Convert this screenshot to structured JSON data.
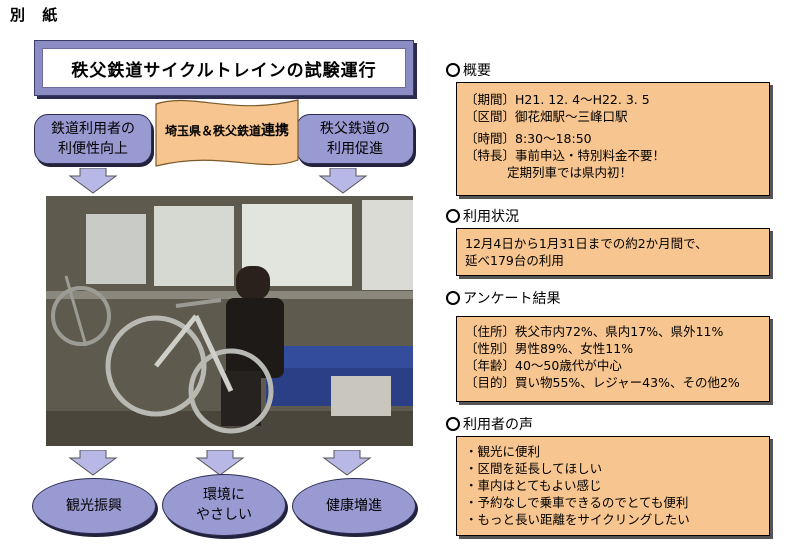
{
  "page_label": "別 紙",
  "title": "秩父鉄道サイクルトレインの試験運行",
  "top_left": "鉄道利用者の\n利便性向上",
  "top_right": "秩父鉄道の\n利用促進",
  "banner": {
    "line1": "埼玉県＆秩父鉄道",
    "line2": "連携"
  },
  "outcomes": [
    "観光振興",
    "環境に\nやさしい",
    "健康増進"
  ],
  "overview": {
    "heading": "概要",
    "rows": [
      {
        "k": "〔期間〕",
        "v": "H21. 12. 4～H22. 3. 5"
      },
      {
        "k": "〔区間〕",
        "v": "御花畑駅～三峰口駅"
      },
      {
        "k": "〔時間〕",
        "v": "8:30～18:50"
      },
      {
        "k": "〔特長〕",
        "v": "事前申込・特別料金不要！"
      },
      {
        "k": "",
        "v": "定期列車では県内初！"
      }
    ]
  },
  "usage": {
    "heading": "利用状況",
    "lines": [
      "12月4日から1月31日までの約2か月間で、",
      "延べ179台の利用"
    ]
  },
  "survey": {
    "heading": "アンケート結果",
    "rows": [
      {
        "k": "〔住所〕",
        "v": "秩父市内72%、県内17%、県外11%"
      },
      {
        "k": "〔性別〕",
        "v": "男性89%、女性11%"
      },
      {
        "k": "〔年齢〕",
        "v": "40～50歳代が中心"
      },
      {
        "k": "〔目的〕",
        "v": "買い物55%、レジャー43%、その他2%"
      }
    ]
  },
  "voices": {
    "heading": "利用者の声",
    "items": [
      "・観光に便利",
      "・区間を延長してほしい",
      "・車内はとてもよい感じ",
      "・予約なしで乗車できるのでとても便利",
      "・もっと長い距離をサイクリングしたい"
    ]
  },
  "colors": {
    "purple": "#9a9ad2",
    "orange_box": "#f7c58f"
  }
}
